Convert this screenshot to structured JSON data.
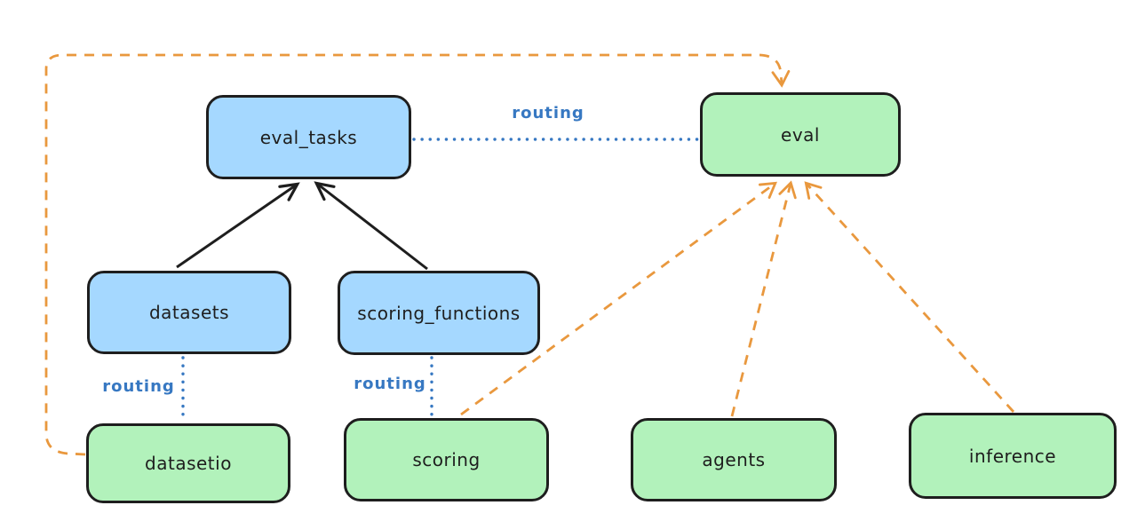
{
  "diagram": {
    "nodes": {
      "eval_tasks": {
        "label": "eval_tasks"
      },
      "eval": {
        "label": "eval"
      },
      "datasets": {
        "label": "datasets"
      },
      "scoring_functions": {
        "label": "scoring_functions"
      },
      "datasetio": {
        "label": "datasetio"
      },
      "scoring": {
        "label": "scoring"
      },
      "agents": {
        "label": "agents"
      },
      "inference": {
        "label": "inference"
      }
    },
    "edges": {
      "eval_tasks_to_eval": {
        "label": "routing"
      },
      "datasets_to_datasetio": {
        "label": "routing"
      },
      "scoring_functions_to_scoring": {
        "label": "routing"
      }
    },
    "colors": {
      "background": "#ffffff",
      "api_box_fill": "#a5d8ff",
      "provider_box_fill": "#b2f2bb",
      "box_stroke": "#1e1e1e",
      "label_text": "#1e1e1e",
      "routing_line": "#3778c2",
      "dependency_line": "#e9983e",
      "solid_arrow": "#1e1e1e"
    }
  }
}
